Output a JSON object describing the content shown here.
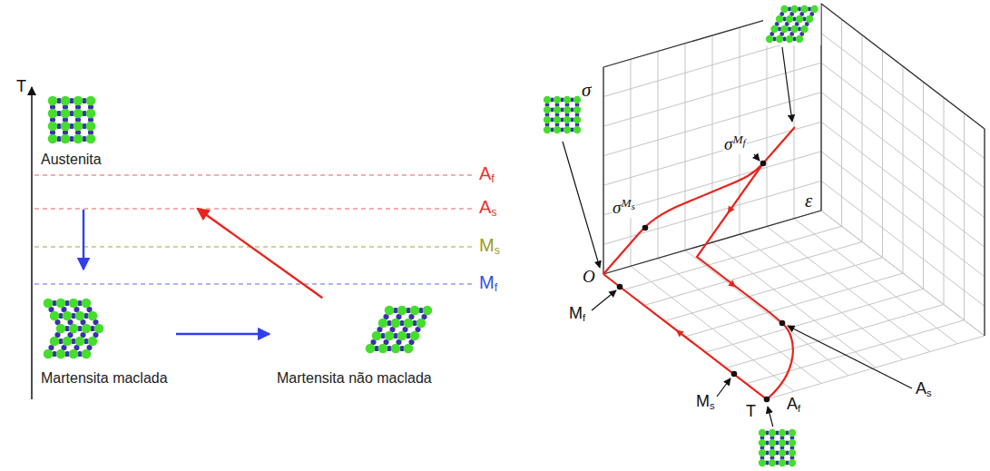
{
  "diagram": {
    "nodes": [
      {
        "text": [
          "Austenita"
        ]
      },
      {
        "text": [
          "Martensita maclada"
        ]
      },
      {
        "text": [
          "Martensita não maclada"
        ]
      }
    ],
    "edges": [
      {
        "from": 0,
        "to": 1,
        "arrow": "to"
      },
      {
        "from": 1,
        "to": 2,
        "arrow": "to"
      },
      {
        "from": 2,
        "to": 0,
        "arrow": "to"
      }
    ],
    "labels": [
      "T",
      "Af",
      "As",
      "Ms",
      "Mf",
      "σ",
      "ε",
      "σMs",
      "σMf",
      "O",
      "Mf",
      "Ms",
      "As",
      "Af",
      "T"
    ]
  }
}
